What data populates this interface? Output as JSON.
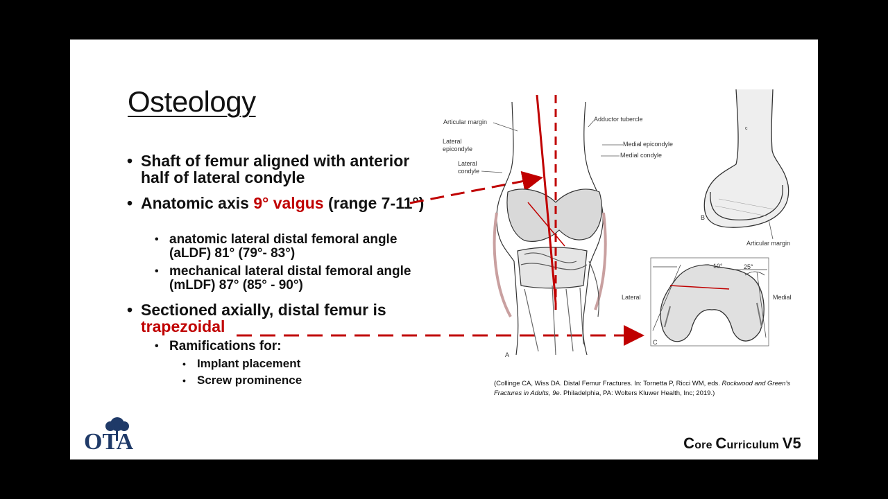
{
  "slide": {
    "title": "Osteology",
    "bullets": {
      "b1": "Shaft of femur aligned with anterior half of lateral condyle",
      "b2_pre": "Anatomic axis ",
      "b2_red": "9° valgus",
      "b2_post": " (range 7-11°)",
      "b2_sub1": "anatomic lateral distal femoral angle (aLDF) 81° (79°- 83°)",
      "b2_sub2": "mechanical lateral distal femoral angle (mLDF) 87° (85° - 90°)",
      "b3_pre": "Sectioned axially, distal femur is ",
      "b3_red": "trapezoidal",
      "b3_sub": "Ramifications for:",
      "b3_sub_items": [
        "Implant placement",
        "Screw prominence"
      ]
    },
    "figure": {
      "labels": {
        "articular_margin": "Articular margin",
        "adductor_tubercle": "Adductor tubercle",
        "lateral_epicondyle_1": "Lateral",
        "lateral_epicondyle_2": "epicondyle",
        "medial_epicondyle": "Medial epicondyle",
        "medial_condyle": "Medial condyle",
        "lateral_condyle_1": "Lateral",
        "lateral_condyle_2": "condyle",
        "panel_a": "A",
        "panel_b": "B",
        "panel_c": "C",
        "articular_margin_b": "Articular margin",
        "lateral": "Lateral",
        "medial": "Medial",
        "angle_10": "10°",
        "angle_25": "25°",
        "c_mark": "c"
      }
    },
    "citation": {
      "pre": "(Collinge CA, Wiss DA. Distal Femur Fractures. In: Tornetta P, Ricci WM, eds. ",
      "italic": "Rockwood and Green’s Fractures in Adults, 9e",
      "post": ". Philadelphia, PA: Wolters Kluwer Health, Inc; 2019.)"
    },
    "footer": {
      "c1": "C",
      "w1": "ore ",
      "c2": "C",
      "w2": "urriculum ",
      "v": "V5"
    },
    "logo_text": "OTA"
  },
  "colors": {
    "accent_red": "#c00000",
    "background": "#000000",
    "slide": "#ffffff"
  }
}
